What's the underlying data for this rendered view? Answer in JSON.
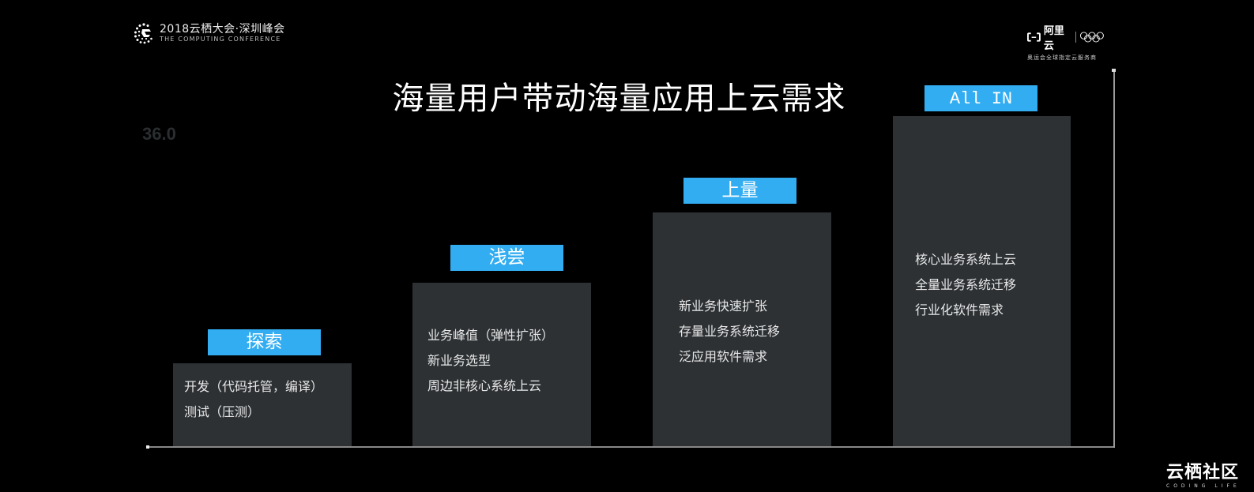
{
  "header": {
    "left_logo": {
      "line1": "2018云栖大会·深圳峰会",
      "line2": "THE COMPUTING CONFERENCE",
      "icon": "computing-conference-logo-icon"
    },
    "right_logo": {
      "brand": "阿里云",
      "subtitle": "奥运会全球指定云服务商",
      "icon": "aliyun-logo-icon",
      "olympic_icon": "olympic-rings-icon"
    }
  },
  "slide": {
    "title": "海量用户带动海量应用上云需求",
    "ghost_value": "36.0"
  },
  "stages": [
    {
      "label": "探索",
      "items": [
        "开发（代码托管，编译）",
        "测试（压测）"
      ]
    },
    {
      "label": "浅尝",
      "items": [
        "业务峰值（弹性扩张）",
        "新业务选型",
        "周边非核心系统上云"
      ]
    },
    {
      "label": "上量",
      "items": [
        "新业务快速扩张",
        "存量业务系统迁移",
        "泛应用软件需求"
      ]
    },
    {
      "label": "All IN",
      "items": [
        "核心业务系统上云",
        "全量业务系统迁移",
        "行业化软件需求"
      ]
    }
  ],
  "colors": {
    "background": "#000000",
    "bar": "#2d3134",
    "tag": "#33adf1",
    "text": "#ffffff"
  },
  "footer": {
    "brand_cn": "云栖社区",
    "brand_en": "CODING LIFE"
  },
  "chart_data": {
    "type": "bar",
    "title": "海量用户带动海量应用上云需求",
    "categories": [
      "探索",
      "浅尝",
      "上量",
      "All IN"
    ],
    "values": [
      1,
      2,
      3,
      4
    ],
    "xlabel": "",
    "ylabel": "",
    "annotations": [
      "开发（代码托管，编译）",
      "测试（压测）",
      "业务峰值（弹性扩张）",
      "新业务选型",
      "周边非核心系统上云",
      "新业务快速扩张",
      "存量业务系统迁移",
      "泛应用软件需求",
      "核心业务系统上云",
      "全量业务系统迁移",
      "行业化软件需求"
    ],
    "grid": false
  }
}
